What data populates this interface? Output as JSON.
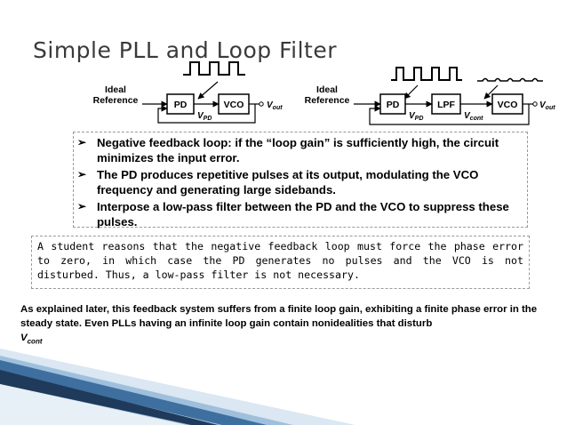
{
  "title": "Simple PLL and Loop Filter",
  "left_diagram": {
    "input_label_line1": "Ideal",
    "input_label_line2": "Reference",
    "pd_label": "PD",
    "vco_label": "VCO",
    "vpd_main": "V",
    "vpd_sub": "PD",
    "vout_main": "V",
    "vout_sub": "out"
  },
  "right_diagram": {
    "input_label_line1": "Ideal",
    "input_label_line2": "Reference",
    "pd_label": "PD",
    "lpf_label": "LPF",
    "vco_label": "VCO",
    "vpd_main": "V",
    "vpd_sub": "PD",
    "vcont_main": "V",
    "vcont_sub": "cont",
    "vout_main": "V",
    "vout_sub": "out"
  },
  "bullets": [
    {
      "mark": "➢",
      "text": "Negative feedback loop: if the “loop gain” is sufficiently high, the circuit minimizes the input error."
    },
    {
      "mark": "➢",
      "text": "The PD produces repetitive pulses at its output, modulating the VCO frequency and generating large sidebands."
    },
    {
      "mark": "➢",
      "text": "Interpose a low-pass filter between the PD and the VCO to suppress these pulses."
    }
  ],
  "note": "A student reasons that the negative feedback loop must force the phase error to zero, in which case the PD generates no pulses and the VCO is not disturbed. Thus, a low-pass filter is not necessary.",
  "footer": {
    "text": "As explained later, this feedback system suffers from a finite loop gain, exhibiting a finite phase error in the steady state. Even PLLs having an infinite loop gain contain nonidealities that disturb",
    "v_main": "V",
    "v_sub": "cont"
  },
  "colors": {
    "title": "#3a3a3a",
    "stripe_dark": "#1f3a5a",
    "stripe_blue": "#3f6f9f",
    "stripe_light": "#9fc0dd"
  }
}
